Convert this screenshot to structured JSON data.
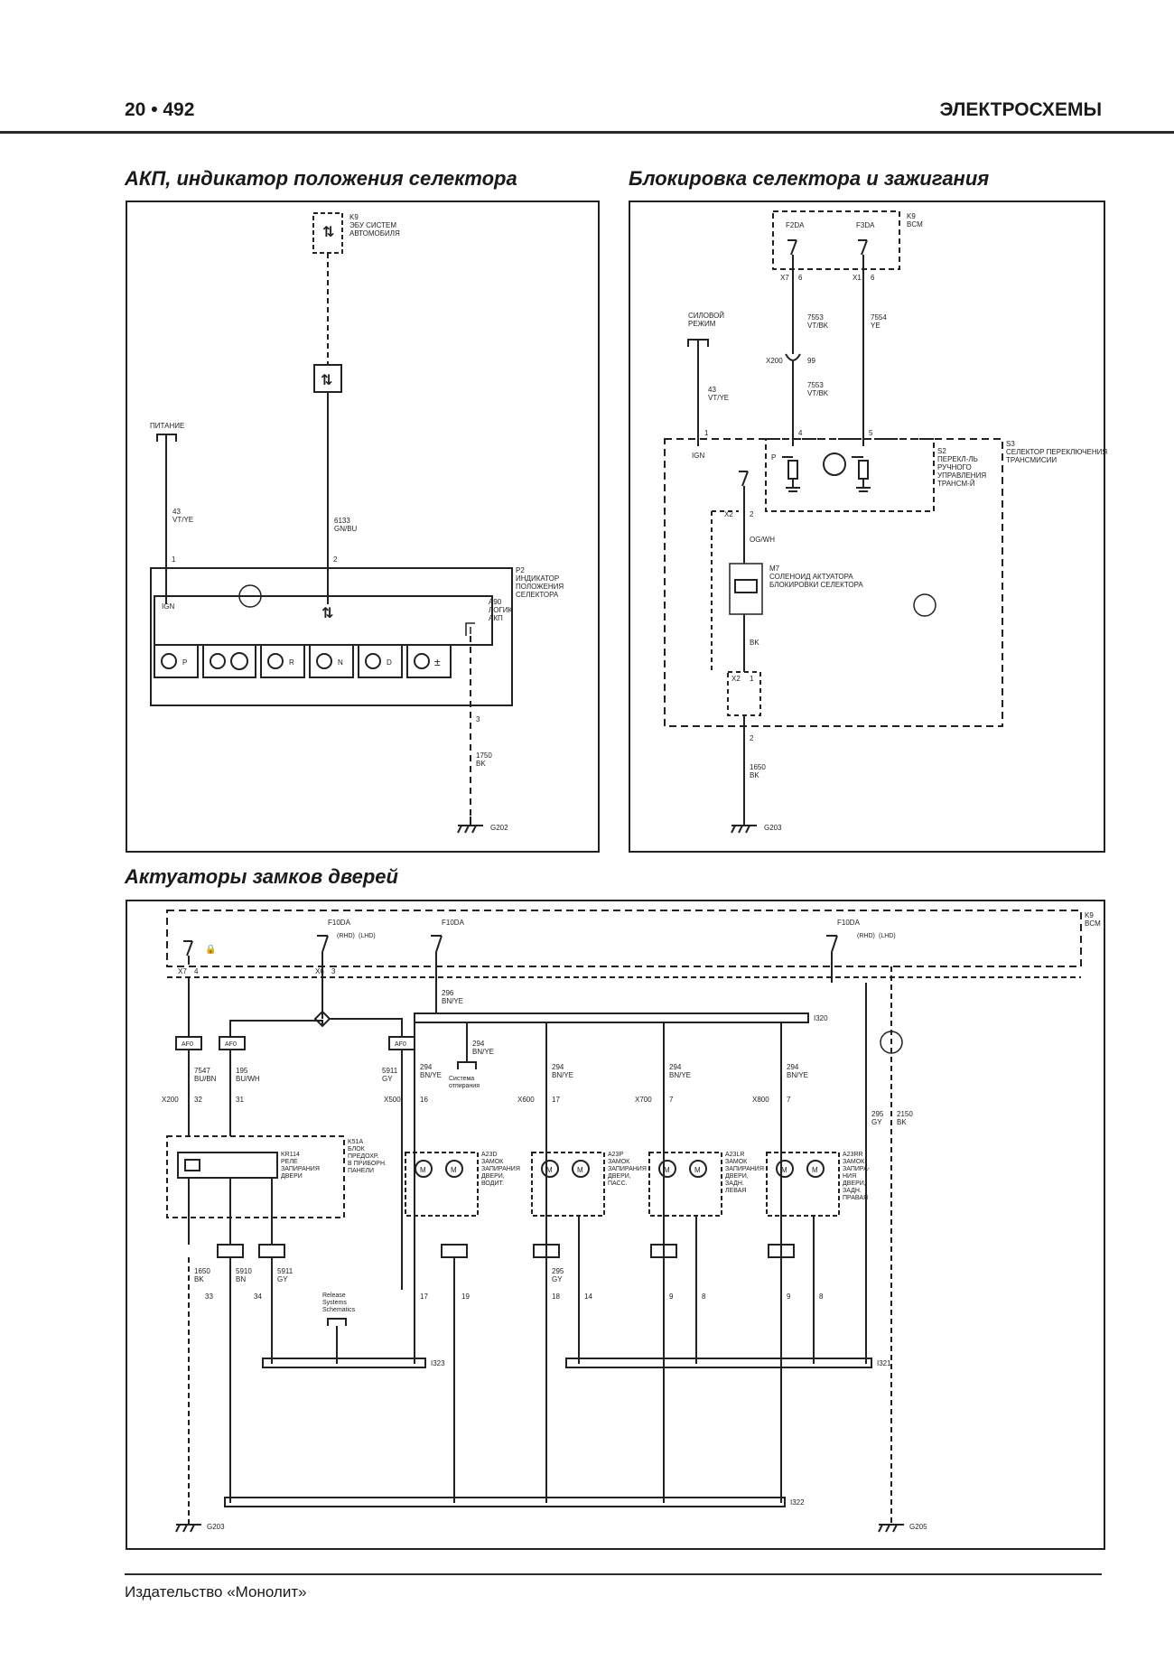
{
  "header": {
    "page": "20 • 492",
    "section": "ЭЛЕКТРОСХЕМЫ"
  },
  "footer": {
    "publisher": "Издательство «Монолит»"
  },
  "diagrams": {
    "akp": {
      "title": "АКП, индикатор положения селектора",
      "k9_label": "K9",
      "k9_desc_1": "ЭБУ СИСТЕМ",
      "k9_desc_2": "АВТОМОБИЛЯ",
      "power_label": "ПИТАНИЕ",
      "wire_43": "43",
      "wire_43_color": "VT/YE",
      "wire_6133": "6133",
      "wire_6133_color": "GN/BU",
      "pin_1": "1",
      "pin_2": "2",
      "pin_3": "3",
      "p2_1": "P2",
      "p2_2": "ИНДИКАТОР",
      "p2_3": "ПОЛОЖЕНИЯ",
      "p2_4": "СЕЛЕКТОРА",
      "a90_1": "A90",
      "a90_2": "ЛОГИК",
      "a90_3": "АКП",
      "ign": "IGN",
      "lamps": [
        "P",
        "",
        "R",
        "N",
        "D",
        "±"
      ],
      "wire_1750": "1750",
      "wire_1750_color": "BK",
      "ground": "G202"
    },
    "lock": {
      "title": "Блокировка селектора и зажигания",
      "k9_label": "K9",
      "k9_desc": "BCM",
      "f2da": "F2DA",
      "f3da": "F3DA",
      "x7": "X7",
      "x7_pin": "6",
      "x1": "X1",
      "x1_pin": "6",
      "power_mode_1": "СИЛОВОЙ",
      "power_mode_2": "РЕЖИМ",
      "wire_7553": "7553",
      "wire_7553_color": "VT/BK",
      "wire_7554": "7554",
      "wire_7554_color": "YE",
      "x200": "X200",
      "x200_pin": "99",
      "wire_7553b": "7553",
      "wire_7553b_color": "VT/BK",
      "wire_43": "43",
      "wire_43_color": "VT/YE",
      "pin_1": "1",
      "pin_4": "4",
      "pin_5": "5",
      "ign": "IGN",
      "p_label": "P",
      "s2_1": "S2",
      "s2_2": "ПЕРЕКЛ-ЛЬ",
      "s2_3": "РУЧНОГО",
      "s2_4": "УПРАВЛЕНИЯ",
      "s2_5": "ТРАНСМ-Й",
      "s3_1": "S3",
      "s3_2": "СЕЛЕКТОР ПЕРЕКЛЮЧЕНИЯ",
      "s3_3": "ТРАНСМИСИИ",
      "x2a": "X2",
      "x2a_pin": "2",
      "x2a_pin2": "2",
      "og_wh": "OG/WH",
      "m7_1": "M7",
      "m7_2": "СОЛЕНОИД АКТУАТОРА",
      "m7_3": "БЛОКИРОВКИ СЕЛЕКТОРА",
      "bk": "BK",
      "x2b": "X2",
      "x2b_pin": "1",
      "pin_2b": "2",
      "wire_1650": "1650",
      "wire_1650_color": "BK",
      "ground": "G203"
    },
    "doors": {
      "title": "Актуаторы замков дверей",
      "k9_1": "K9",
      "k9_2": "BCM",
      "x7": "X7",
      "x7_pin": "4",
      "f10da_a": "F10DA",
      "f10da_b": "F10DA",
      "f10da_c": "F10DA",
      "rhd": "(RHD)",
      "lhd": "(LHD)",
      "x6": "X6",
      "x6_pin": "3",
      "wire_296_top": "296",
      "wire_296_top_color": "BN/YE",
      "i320": "I320",
      "af_label": "AF0",
      "w7547": "7547",
      "w7547_c": "BU/BN",
      "w195": "195",
      "w195_c": "BU/WH",
      "w5911": "5911",
      "w5911_c": "GY",
      "w294": "294",
      "w294_c": "BN/YE",
      "sys_1": "Система",
      "sys_2": "отпирания",
      "x200": "X200",
      "p32": "32",
      "p31": "31",
      "x500": "X500",
      "p16": "16",
      "x600": "X600",
      "p17": "17",
      "x700": "X700",
      "p7": "7",
      "x800": "X800",
      "p7b": "7",
      "k51a_1": "K51A",
      "k51a_2": "БЛОК",
      "k51a_3": "ПРЕДОХР.",
      "k51a_4": "В ПРИБОРН.",
      "k51a_5": "ПАНЕЛИ",
      "kr_1": "KR114",
      "kr_2": "РЕЛЕ",
      "kr_3": "ЗАПИРАНИЯ",
      "kr_4": "ДВЕРИ",
      "a23d_1": "A23D",
      "a23d_2": "ЗАМОК",
      "a23d_3": "ЗАПИРАНИЯ",
      "a23d_4": "ДВЕРИ,",
      "a23d_5": "ВОДИТ.",
      "a23p_1": "A23P",
      "a23p_2": "ЗАМОК",
      "a23p_3": "ЗАПИРАНИЯ",
      "a23p_4": "ДВЕРИ,",
      "a23p_5": "ПАСС.",
      "a23lr_1": "A23LR",
      "a23lr_2": "ЗАМОК",
      "a23lr_3": "ЗАПИРАНИЯ",
      "a23lr_4": "ДВЕРИ,",
      "a23lr_5": "ЗАДН.",
      "a23lr_6": "ЛЕВАЯ",
      "a23rr_1": "A23RR",
      "a23rr_2": "ЗАМОК",
      "a23rr_3": "ЗАПИРА-",
      "a23rr_4": "НИЯ",
      "a23rr_5": "ДВЕРИ,",
      "a23rr_6": "ЗАДН.",
      "a23rr_7": "ПРАВАЯ",
      "w1650": "1650",
      "w1650_c": "BK",
      "w5910": "5910",
      "w5910_c": "BN",
      "w295": "295",
      "w295_c": "GY",
      "p33": "33",
      "p34": "34",
      "p17b": "17",
      "p19": "19",
      "p18": "18",
      "p14": "14",
      "p9": "9",
      "p8": "8",
      "release_1": "Release",
      "release_2": "Systems",
      "release_3": "Schematics",
      "i323": "I323",
      "i321": "I321",
      "i322": "I322",
      "w2150": "2150",
      "w2150_c": "BK",
      "g203": "G203",
      "g205": "G205"
    }
  }
}
